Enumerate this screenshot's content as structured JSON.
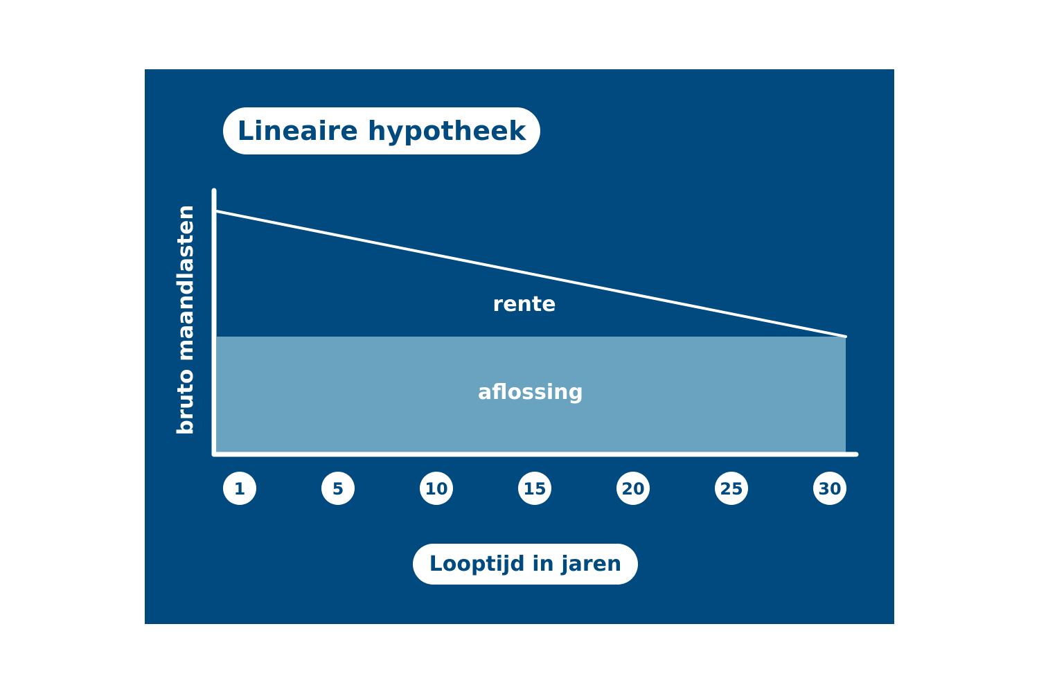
{
  "chart_data": {
    "type": "area",
    "title": "Lineaire hypotheek",
    "xlabel": "Looptijd in jaren",
    "ylabel": "bruto maandlasten",
    "x_ticks": [
      "1",
      "5",
      "10",
      "15",
      "20",
      "25",
      "30"
    ],
    "xlim": [
      1,
      30
    ],
    "ylim": [
      0,
      100
    ],
    "series": [
      {
        "name": "aflossing",
        "x": [
          1,
          30
        ],
        "y": [
          48,
          48
        ],
        "color": "#6aa3bf"
      },
      {
        "name": "rente",
        "x": [
          1,
          30
        ],
        "y": [
          100,
          48
        ],
        "color": "#004a7f"
      }
    ],
    "colors": {
      "background": "#004a7f",
      "axis": "#ffffff",
      "aflossing_fill": "#6aa3bf",
      "text_dark": "#004a7f",
      "text_light": "#ffffff"
    }
  }
}
